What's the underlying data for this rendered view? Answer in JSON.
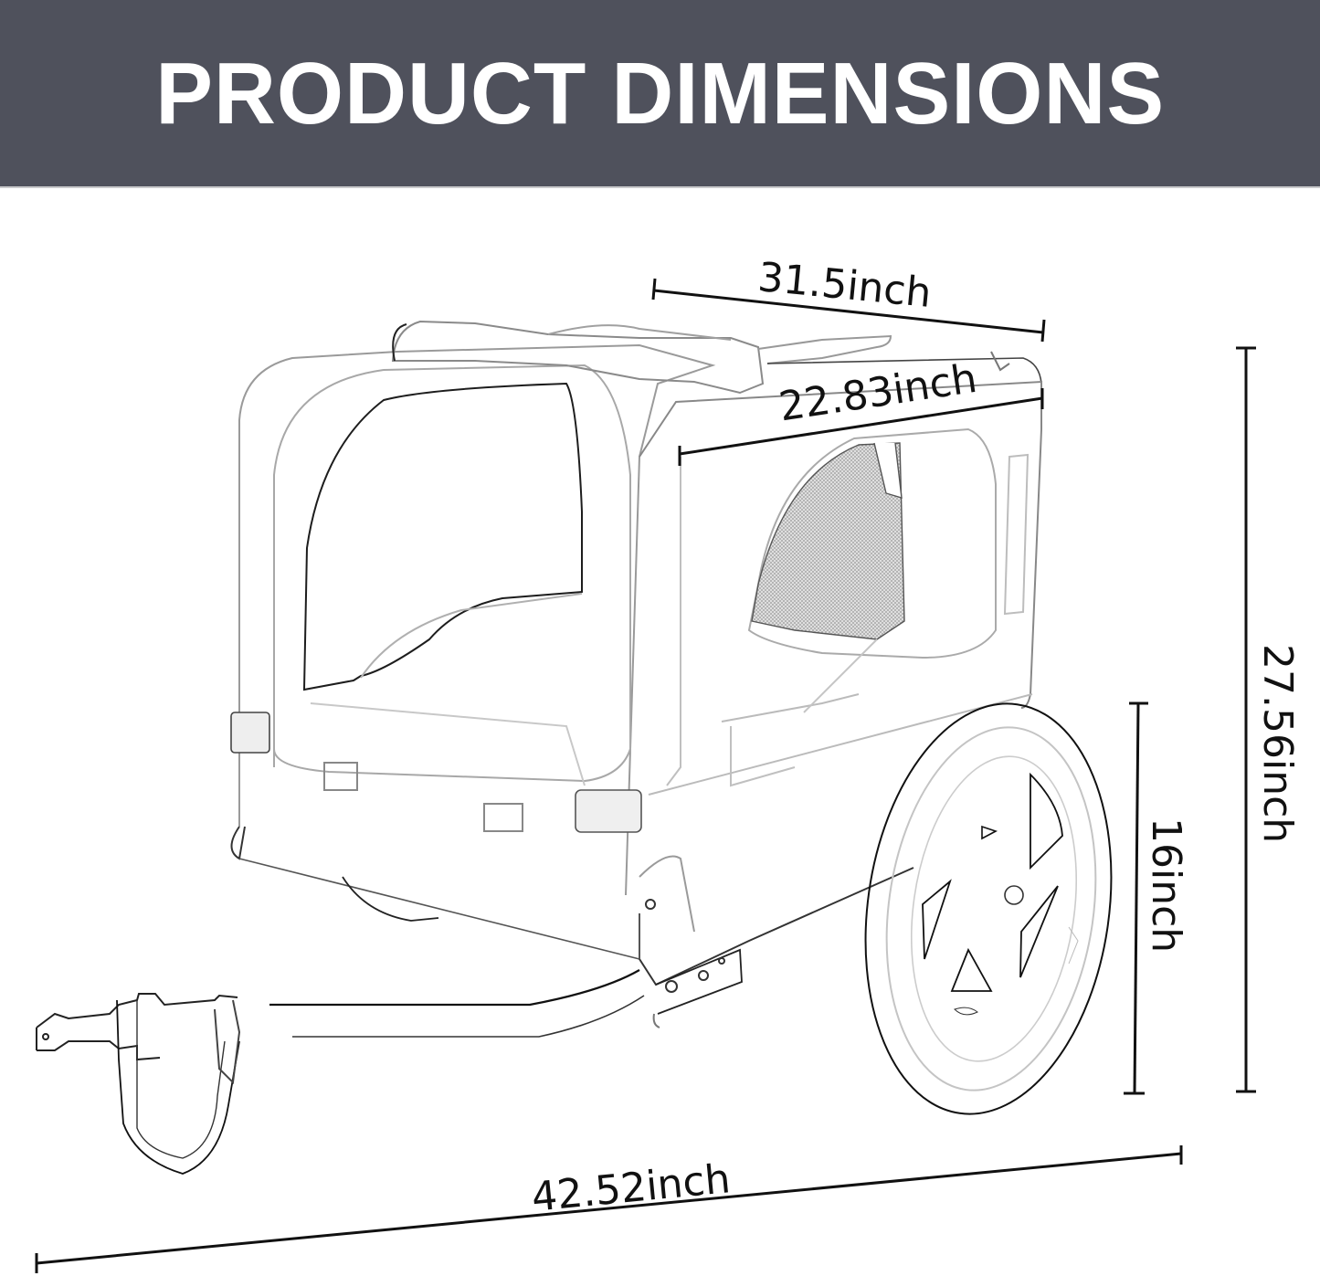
{
  "header": {
    "title": "PRODUCT DIMENSIONS",
    "background_color": "#4f515c",
    "text_color": "#ffffff"
  },
  "product": {
    "subject": "bike pet trailer line drawing",
    "parts": [
      "canopy roll-up top",
      "rear door window",
      "mesh side window",
      "rear reflectors",
      "side reflector",
      "wheel",
      "tow bar",
      "hitch coupler",
      "safety strap",
      "hitch bracket"
    ]
  },
  "dimensions": {
    "top_length": {
      "label": "31.5inch",
      "value": 31.5,
      "unit": "inch"
    },
    "top_width": {
      "label": "22.83inch",
      "value": 22.83,
      "unit": "inch"
    },
    "total_height": {
      "label": "27.56inch",
      "value": 27.56,
      "unit": "inch"
    },
    "wheel_diameter": {
      "label": "16inch",
      "value": 16,
      "unit": "inch"
    },
    "total_length": {
      "label": "42.52inch",
      "value": 42.52,
      "unit": "inch"
    }
  },
  "colors": {
    "dimension_line": "#111111",
    "outline": "#3a3a3a",
    "light_outline": "#b8b8b8",
    "mesh": "#d9d9d9"
  }
}
